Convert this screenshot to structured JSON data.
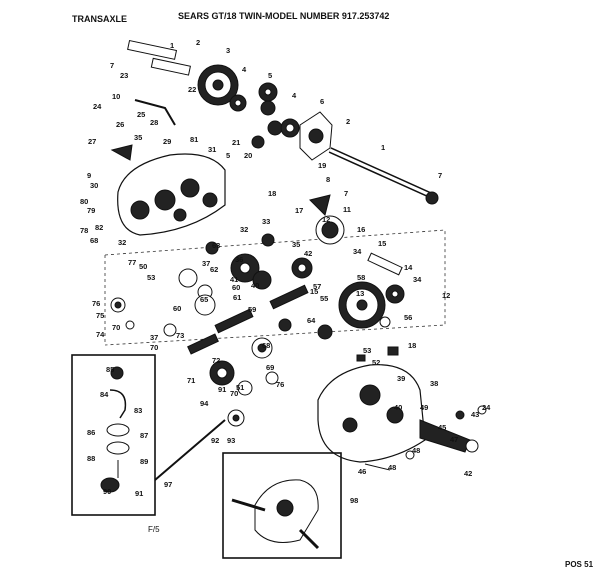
{
  "header": {
    "section": "TRANSAXLE",
    "title": "SEARS GT/18 TWIN-MODEL NUMBER 917.253742"
  },
  "footer": {
    "left": "F/5",
    "right": "POS 51"
  },
  "callouts": [
    "1",
    "2",
    "3",
    "4",
    "5",
    "4",
    "6",
    "2",
    "1",
    "7",
    "7",
    "23",
    "22",
    "10",
    "25",
    "24",
    "26",
    "28",
    "35",
    "29",
    "27",
    "9",
    "30",
    "81",
    "21",
    "5",
    "20",
    "31",
    "19",
    "8",
    "7",
    "11",
    "80",
    "79",
    "78",
    "82",
    "32",
    "18",
    "17",
    "33",
    "12",
    "16",
    "15",
    "34",
    "35",
    "68",
    "32",
    "63",
    "36",
    "77",
    "50",
    "53",
    "62",
    "37",
    "42",
    "58",
    "14",
    "34",
    "13",
    "76",
    "65",
    "61",
    "60",
    "41",
    "40",
    "15",
    "12",
    "75",
    "70",
    "74",
    "55",
    "57",
    "64",
    "59",
    "56",
    "60",
    "37",
    "70",
    "73",
    "72",
    "71",
    "69",
    "68",
    "52",
    "53",
    "18",
    "91",
    "70",
    "76",
    "51",
    "39",
    "38",
    "85",
    "84",
    "83",
    "86",
    "87",
    "88",
    "89",
    "90",
    "91",
    "92",
    "93",
    "94",
    "97",
    "49",
    "40",
    "48",
    "46",
    "45",
    "47",
    "43",
    "42",
    "48",
    "24",
    "98"
  ]
}
